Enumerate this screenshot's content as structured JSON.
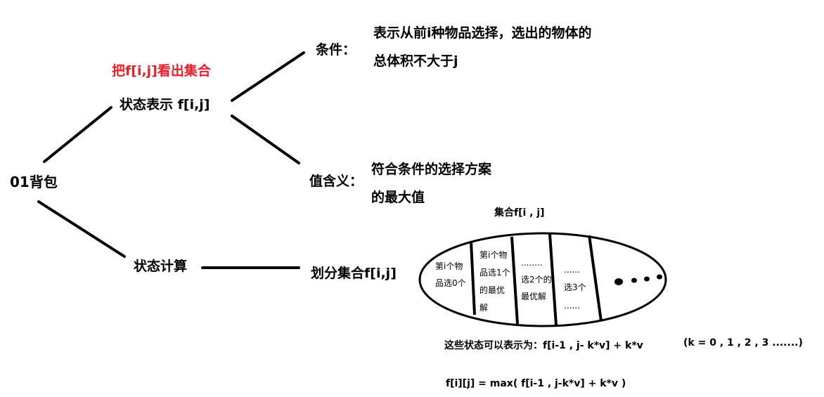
{
  "root": "01背包",
  "state_repr": "状态表示 f[i,j]",
  "note_red": "把f[i,j]看出集合",
  "cond_label": "条件：",
  "cond_line1": "表示从前i种物品选择，选出的物体的",
  "cond_line2": "总体积不大于j",
  "val_label": "值含义：",
  "val_line1": "符合条件的选择方案",
  "val_line2": "的最大值",
  "state_calc": "状态计算",
  "partition": "划分集合f[i,j]",
  "set_title": "集合f[i , j]",
  "seg1_l1": "第i个物",
  "seg1_l2": "品选0个",
  "seg2_l1": "第i个物",
  "seg2_l2": "品选1个",
  "seg2_l3": "的最优",
  "seg2_l4": "解",
  "seg3_l1": "........",
  "seg3_l2": "选2个的",
  "seg3_l3": "最优解",
  "seg4_l1": "......",
  "seg4_l2": "选3个",
  "seg4_l3": "......",
  "formula1": "这些状态可以表示为：f[i-1 , j- k*v] + k*v",
  "k_range": "(k = 0 , 1 , 2 , 3 .......)",
  "formula2": "f[i][j] = max( f[i-1 , j-k*v] + k*v )"
}
